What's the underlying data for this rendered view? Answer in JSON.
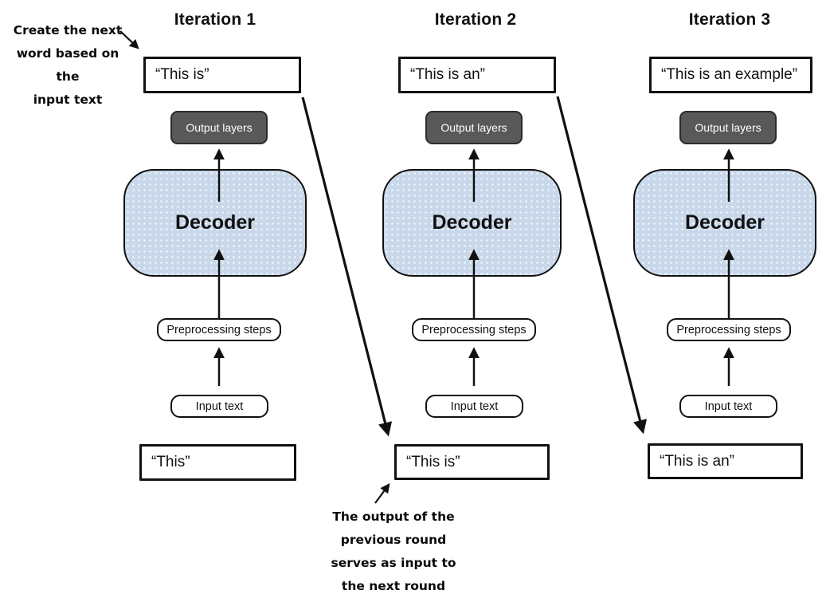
{
  "diagram": {
    "annotation_top_left": {
      "lines": [
        "Create the next",
        "word based on the",
        "input text"
      ],
      "full_text": "Create the next word based on the input text"
    },
    "annotation_bottom": {
      "lines": [
        "The output of the",
        "previous round",
        "serves as input to",
        "the next round"
      ],
      "full_text": "The output of the previous round serves as input to the next round"
    },
    "iterations": [
      {
        "title": "Iteration 1",
        "output_text": "“This is”",
        "output_layers_label": "Output layers",
        "decoder_label": "Decoder",
        "preprocessing_label": "Preprocessing steps",
        "input_box_label": "Input text",
        "input_text": "“This”"
      },
      {
        "title": "Iteration 2",
        "output_text": "“This is an”",
        "output_layers_label": "Output layers",
        "decoder_label": "Decoder",
        "preprocessing_label": "Preprocessing steps",
        "input_box_label": "Input text",
        "input_text": "“This is”"
      },
      {
        "title": "Iteration 3",
        "output_text": "“This is an example”",
        "output_layers_label": "Output layers",
        "decoder_label": "Decoder",
        "preprocessing_label": "Preprocessing steps",
        "input_box_label": "Input text",
        "input_text": "“This is an”"
      }
    ],
    "colors": {
      "decoder_fill": "#c8d8ea",
      "output_layers_fill": "#595959",
      "output_layers_text": "#ffffff",
      "line_and_border": "#111111",
      "background": "#ffffff"
    }
  }
}
